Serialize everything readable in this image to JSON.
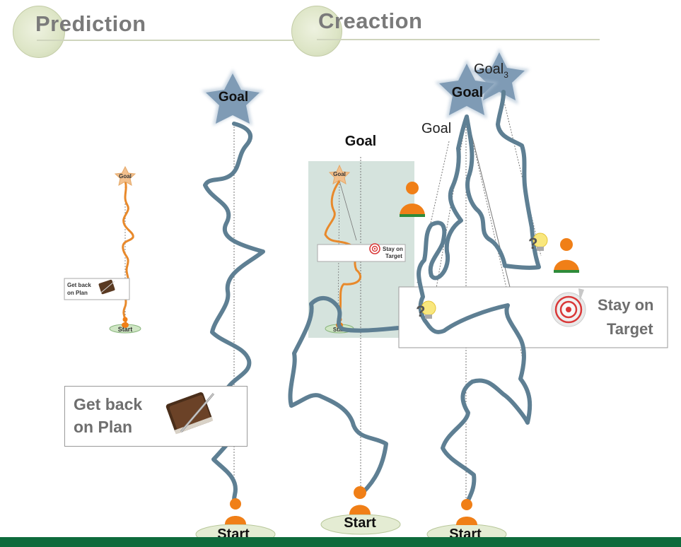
{
  "header": {
    "left_title": "Prediction",
    "right_title": "Creaction"
  },
  "labels": {
    "goal": "Goal",
    "goal_small": "Goal",
    "goal3_base": "Goal",
    "goal3_sub": "3",
    "start": "Start",
    "get_back_line1": "Get back",
    "get_back_line2": "on Plan",
    "stay_line1": "Stay on",
    "stay_line2": "Target"
  },
  "colors": {
    "path_blue": "#5e7f93",
    "path_orange": "#e8892b",
    "star_blue": "#7f9bb5",
    "star_orange": "#f2c08d",
    "person_orange": "#f07f17",
    "ground_green": "#0e6b3c",
    "panel_green": "#d5e3dd"
  }
}
